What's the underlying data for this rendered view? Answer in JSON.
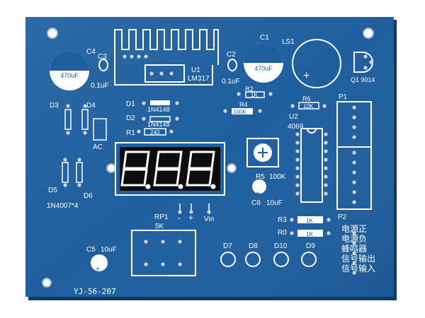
{
  "board": {
    "colors": {
      "pcb": "#1f5f9f",
      "pcb_dark": "#174b80",
      "edge": "#0f3a66",
      "silk": "#ffffff",
      "pad": "#cfd6de",
      "seg_off": "#0d0d0d",
      "seg_on": "#ffffff",
      "background": "#ffffff"
    },
    "labels": {
      "c4": "C4",
      "c3": "C3",
      "c4_value": "470uF",
      "c3_value": "0.1uF",
      "u1": "U1",
      "u1_part": "LM317",
      "c2": "C2",
      "c2_value": "0.1uF",
      "c1": "C1",
      "c1_value": "470uF",
      "ls1": "LS1",
      "q1": "Q1 9014",
      "r2": "R2",
      "r2_value": "1K",
      "r4": "R4",
      "r4_value": "100K",
      "r6": "R6",
      "r6_value": "10K",
      "u2": "U2",
      "u2_part": "4069",
      "p1": "P1",
      "p2": "P2",
      "d3": "D3",
      "d4": "D4",
      "d1": "D1",
      "d1_part": "1N4148",
      "d2": "D2",
      "d2_part": "1N4148",
      "r1": "R1",
      "r1_value": "240",
      "ac": "AC",
      "d5": "D5",
      "d6": "D6",
      "diodes_part": "1N4007*4",
      "r5": "R5",
      "r5_value": "100K",
      "c6": "C6",
      "c6_value": "10uF",
      "rp1": "RP1",
      "rp1_value": "5K",
      "minus": "-",
      "plus": "+",
      "vin": "Vin",
      "r3": "R3",
      "r3_value": "1K",
      "r0": "R0",
      "r0_value": "1K",
      "c5": "C5",
      "c5_value": "10uF",
      "d7": "D7",
      "d8": "D8",
      "d10": "D10",
      "d9": "D9",
      "board_id": "YJ-56-207",
      "legend_1": "电源正",
      "legend_2": "电源负",
      "legend_3": "蜂鸣器",
      "legend_4": "信号输出",
      "legend_5": "信号输入"
    }
  }
}
